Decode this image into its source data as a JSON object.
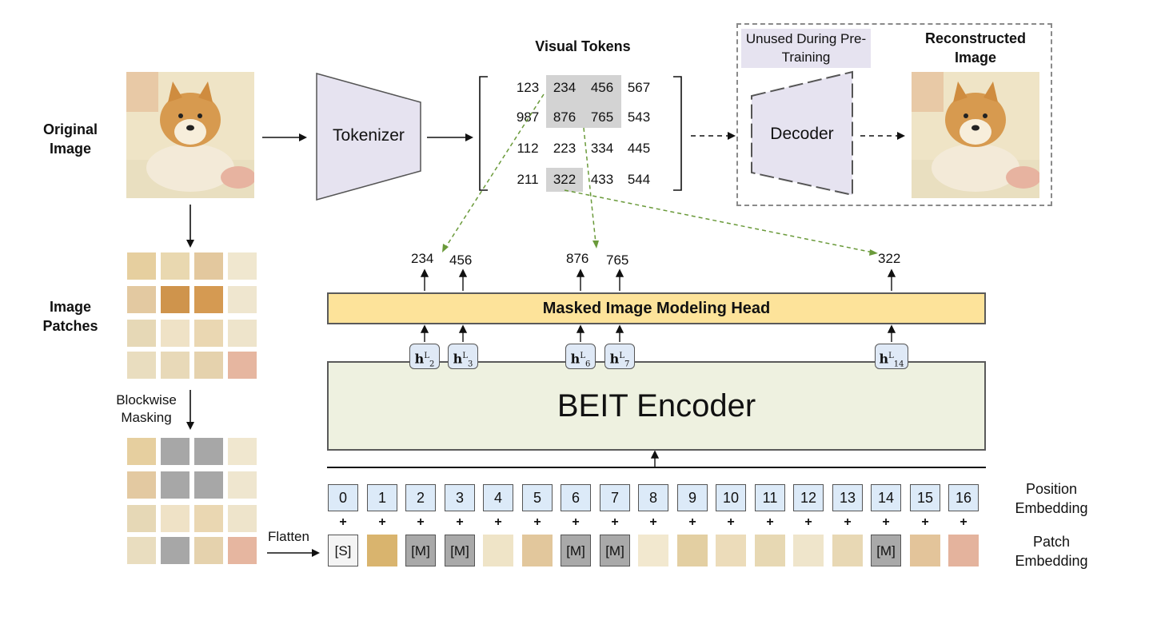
{
  "labels": {
    "original_image": "Original Image",
    "image_patches": "Image Patches",
    "blockwise_masking": "Blockwise Masking",
    "flatten": "Flatten",
    "tokenizer": "Tokenizer",
    "visual_tokens": "Visual Tokens",
    "unused_during_pretraining": "Unused During Pre-Training",
    "decoder": "Decoder",
    "reconstructed_image": "Reconstructed Image",
    "mim_head": "Masked Image Modeling Head",
    "encoder": "BEIT Encoder",
    "position_embedding": "Position Embedding",
    "patch_embedding": "Patch Embedding"
  },
  "visual_tokens": [
    [
      "123",
      "234",
      "456",
      "567"
    ],
    [
      "987",
      "876",
      "765",
      "543"
    ],
    [
      "112",
      "223",
      "334",
      "445"
    ],
    [
      "211",
      "322",
      "433",
      "544"
    ]
  ],
  "outputs": [
    "234",
    "456",
    "876",
    "765",
    "322"
  ],
  "hidden_states": [
    {
      "base": "h",
      "sup": "L",
      "sub": "2"
    },
    {
      "base": "h",
      "sup": "L",
      "sub": "3"
    },
    {
      "base": "h",
      "sup": "L",
      "sub": "6"
    },
    {
      "base": "h",
      "sup": "L",
      "sub": "7"
    },
    {
      "base": "h",
      "sup": "L",
      "sub": "14"
    }
  ],
  "positions": [
    "0",
    "1",
    "2",
    "3",
    "4",
    "5",
    "6",
    "7",
    "8",
    "9",
    "10",
    "11",
    "12",
    "13",
    "14",
    "15",
    "16"
  ],
  "patch_tokens": {
    "start": "[S]",
    "mask": "[M]"
  },
  "colors": {
    "mim_head_fill": "#fde39a",
    "encoder_fill": "#eef1e0",
    "position_fill": "#dceaf8",
    "mask_fill": "#a9a9a9",
    "tokenizer_fill": "#e6e3f0",
    "dashed_arrow": "#6a9a3a"
  }
}
